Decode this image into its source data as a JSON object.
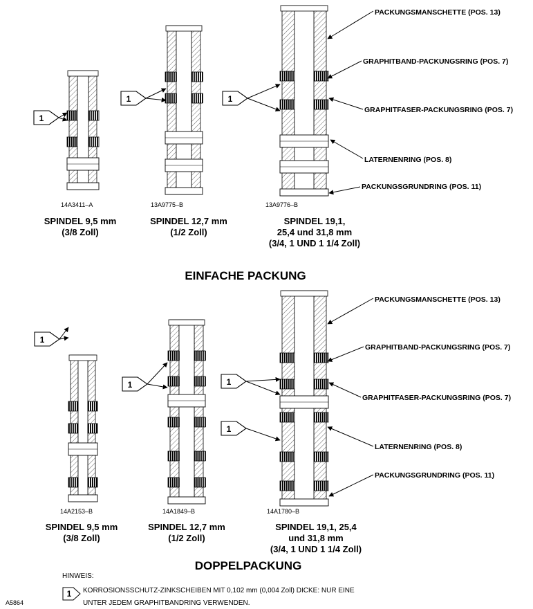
{
  "sections": [
    {
      "title": "EINFACHE PACKUNG",
      "stems": [
        {
          "drawing": "14A3411–A",
          "caption": [
            "SPINDEL 9,5 mm",
            "(3/8 Zoll)"
          ]
        },
        {
          "drawing": "13A9775–B",
          "caption": [
            "SPINDEL 12,7 mm",
            "(1/2 Zoll)"
          ]
        },
        {
          "drawing": "13A9776–B",
          "caption": [
            "SPINDEL 19,1,",
            "25,4 und 31,8 mm",
            "(3/4, 1 UND 1 1/4 Zoll)"
          ]
        }
      ],
      "callouts": [
        "PACKUNGSMANSCHETTE (POS. 13)",
        "GRAPHITBAND-PACKUNGSRING (POS. 7)",
        "GRAPHITFASER-PACKUNGSRING (POS. 7)",
        "LATERNENRING (POS. 8)",
        "PACKUNGSGRUNDRING (POS. 11)"
      ]
    },
    {
      "title": "DOPPELPACKUNG",
      "stems": [
        {
          "drawing": "14A2153–B",
          "caption": [
            "SPINDEL 9,5 mm",
            "(3/8 Zoll)"
          ]
        },
        {
          "drawing": "14A1849–B",
          "caption": [
            "SPINDEL 12,7 mm",
            "(1/2 Zoll)"
          ]
        },
        {
          "drawing": "14A1780–B",
          "caption": [
            "SPINDEL 19,1, 25,4",
            "und 31,8 mm",
            "(3/4, 1 UND 1 1/4 Zoll)"
          ]
        }
      ],
      "callouts": [
        "PACKUNGSMANSCHETTE (POS. 13)",
        "GRAPHITBAND-PACKUNGSRING (POS. 7)",
        "GRAPHITFASER-PACKUNGSRING (POS. 7)",
        "LATERNENRING (POS. 8)",
        "PACKUNGSGRUNDRING (POS. 11)"
      ]
    }
  ],
  "flag_label": "1",
  "note": {
    "heading": "HINWEIS:",
    "line1": "KORROSIONSSCHUTZ-ZINKSCHEIBEN MIT 0,102 mm (0,004 Zoll) DICKE: NUR EINE",
    "line2": "UNTER JEDEM GRAPHITBANDRING VERWENDEN."
  },
  "figure_id": "A5864"
}
